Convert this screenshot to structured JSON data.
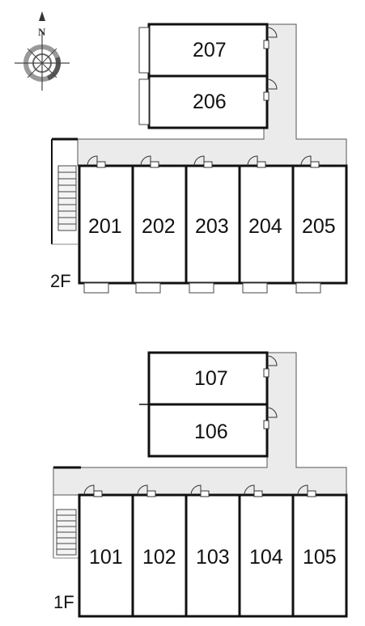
{
  "compass": {
    "north_label": "N"
  },
  "floor2": {
    "label": "2F",
    "rooms": [
      "201",
      "202",
      "203",
      "204",
      "205"
    ],
    "upper_rooms": [
      "207",
      "206"
    ]
  },
  "floor1": {
    "label": "1F",
    "rooms": [
      "101",
      "102",
      "103",
      "104",
      "105"
    ],
    "upper_rooms": [
      "107",
      "106"
    ]
  }
}
